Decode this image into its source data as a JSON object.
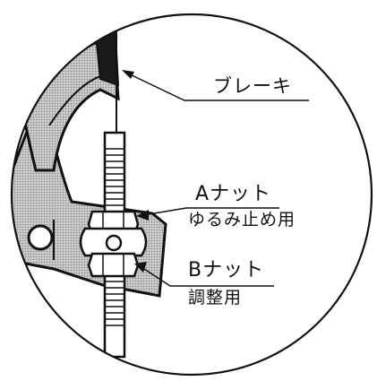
{
  "labels": {
    "brake": "ブレーキ",
    "a_nut": "Aナット",
    "a_nut_purpose": "ゆるみ止め用",
    "b_nut": "Bナット",
    "b_nut_purpose": "調整用"
  },
  "colors": {
    "ink": "#111111",
    "screen_tone": "#bdbdbd",
    "background": "#ffffff",
    "brake_pad": "#1a1a1a"
  }
}
